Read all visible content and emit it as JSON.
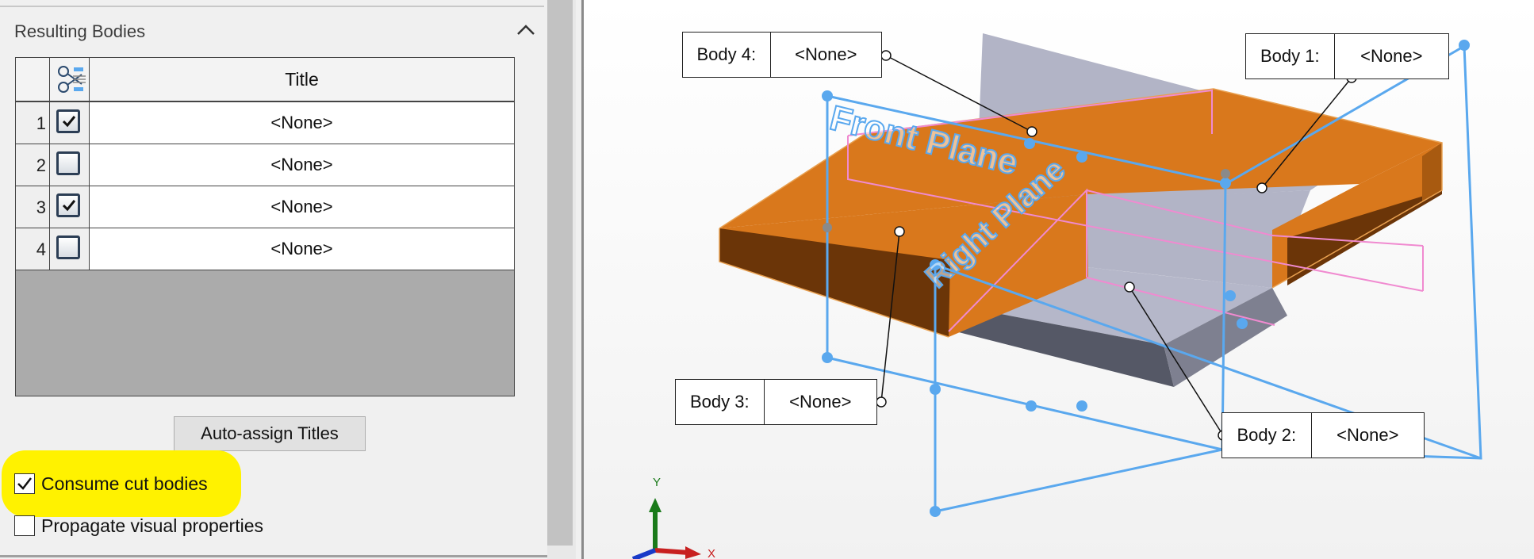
{
  "panel": {
    "section_title": "Resulting Bodies",
    "table": {
      "title_header": "Title",
      "rows": [
        {
          "num": "1",
          "checked": true,
          "title": "<None>"
        },
        {
          "num": "2",
          "checked": false,
          "title": "<None>"
        },
        {
          "num": "3",
          "checked": true,
          "title": "<None>"
        },
        {
          "num": "4",
          "checked": false,
          "title": "<None>"
        }
      ]
    },
    "auto_assign_label": "Auto-assign Titles",
    "consume_label": "Consume cut bodies",
    "consume_checked": true,
    "propagate_label": "Propagate visual properties",
    "propagate_checked": false
  },
  "viewport": {
    "plane_front": "Front Plane",
    "plane_right": "Right Plane",
    "callouts": [
      {
        "label": "Body 4:",
        "value": "<None>"
      },
      {
        "label": "Body 1:",
        "value": "<None>"
      },
      {
        "label": "Body 3:",
        "value": "<None>"
      },
      {
        "label": "Body 2:",
        "value": "<None>"
      }
    ],
    "triad": {
      "y": "Y",
      "x": "X"
    }
  },
  "colors": {
    "body_orange": "#d9781c",
    "plane_blue": "#5aa8ee",
    "highlight": "#fff200",
    "edge_pink": "#f08ad0"
  }
}
